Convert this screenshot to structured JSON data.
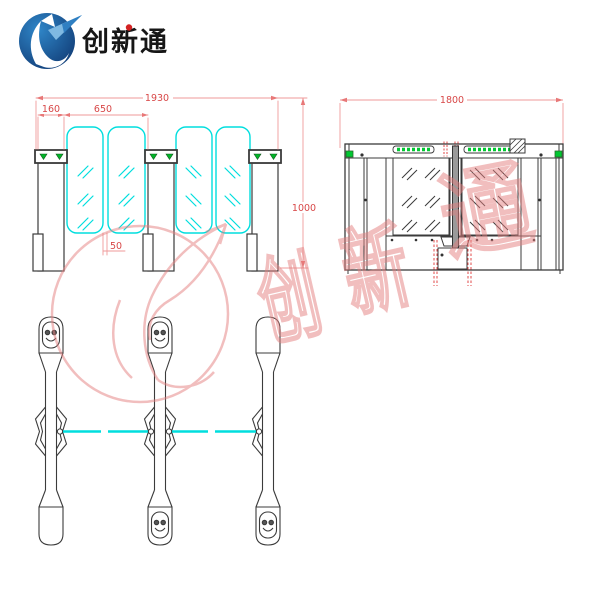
{
  "logo": {
    "brand": "创新通",
    "accent_color": "#d32222",
    "circle_color": "#1a5d9e"
  },
  "watermark": {
    "char1": "创",
    "char2": "新",
    "char3": "通",
    "color": "#e57f7f"
  },
  "front_view": {
    "title": "swing-gate-front-elevation",
    "dims": {
      "overall_width": "1930",
      "cabinet_width": "160",
      "passage_width": "650",
      "height": "1000",
      "glass_gap": "50"
    }
  },
  "side_view": {
    "title": "cabinet-side-elevation",
    "dims": {
      "length": "1800"
    }
  },
  "plan_view": {
    "title": "three-cabinet-top-plan",
    "lanes": 2,
    "cabinets": 3
  },
  "colors": {
    "line": "#3b3b3b",
    "glass_cyan": "#00dede",
    "dimension_line": "#ef9a9a",
    "dimension_text": "#d84848",
    "indicator_green": "#00c832",
    "warning_red": "#e04848"
  }
}
